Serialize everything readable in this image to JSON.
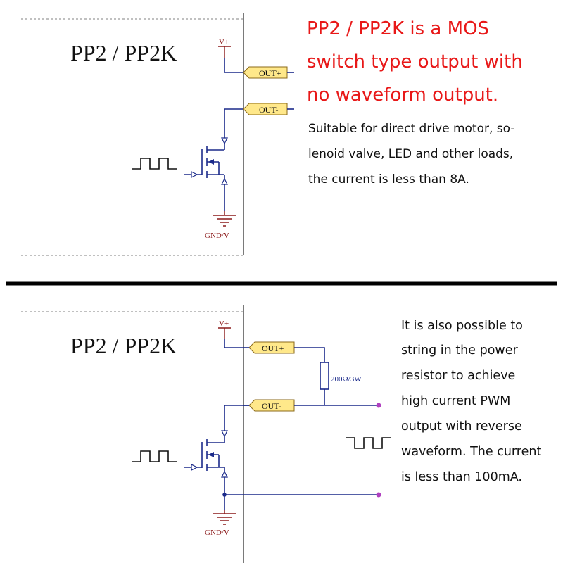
{
  "top_panel": {
    "title": "PP2 / PP2K",
    "vplus": "V+",
    "out_plus": "OUT+",
    "out_minus": "OUT-",
    "gnd": "GND/V-",
    "headline_lines": [
      "PP2 / PP2K is a MOS",
      "switch type output with",
      "no waveform output."
    ],
    "body_lines": [
      "Suitable for direct drive motor, so-",
      "lenoid valve, LED and other loads,",
      "the current is less than 8A."
    ]
  },
  "bottom_panel": {
    "title": "PP2 / PP2K",
    "vplus": "V+",
    "out_plus": "OUT+",
    "out_minus": "OUT-",
    "gnd": "GND/V-",
    "resistor_label": "200Ω/3W",
    "body_lines": [
      "It is also possible to",
      "string in the power",
      "resistor to achieve",
      "high current PWM",
      "output with reverse",
      "waveform. The current",
      "is less than 100mA."
    ]
  },
  "colors": {
    "headline": "#e81818",
    "wire": "#1b2a8a",
    "supply_symbols": "#8b1a1a",
    "port_fill": "#ffe88a",
    "terminal": "#b040c0",
    "divider": "#000000"
  }
}
